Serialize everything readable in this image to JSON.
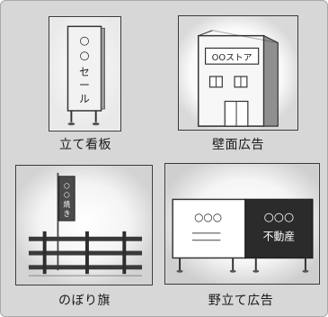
{
  "items": [
    {
      "label": "立て看板",
      "icon": "standing-signboard-icon",
      "sign_text": "○○セール"
    },
    {
      "label": "壁面広告",
      "icon": "wall-advertisement-icon",
      "sign_text": "OOストア"
    },
    {
      "label": "のぼり旗",
      "icon": "banner-flag-icon",
      "sign_text": "○○焼き"
    },
    {
      "label": "野立て広告",
      "icon": "roadside-billboard-icon",
      "sign_left": "○○○",
      "sign_right_top": "○○○",
      "sign_right_bottom": "不動産"
    }
  ]
}
